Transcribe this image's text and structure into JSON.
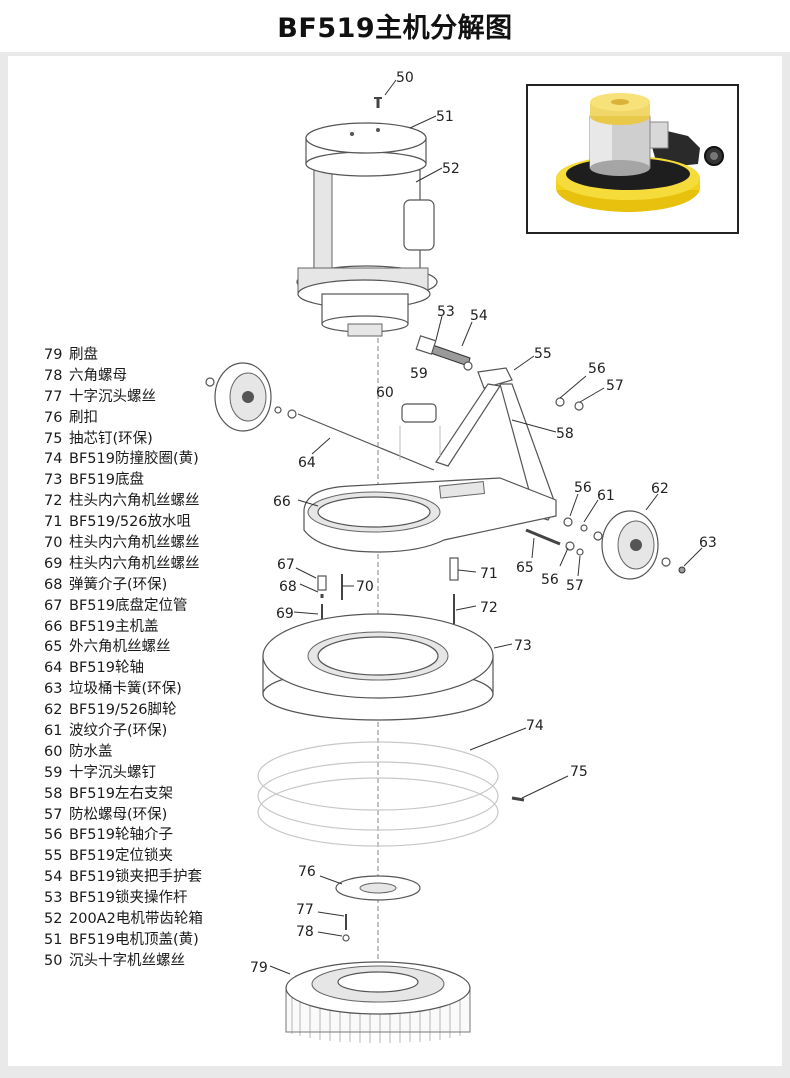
{
  "title": "BF519主机分解图",
  "parts": [
    {
      "num": "79",
      "name": "刷盘"
    },
    {
      "num": "78",
      "name": "六角螺母"
    },
    {
      "num": "77",
      "name": "十字沉头螺丝"
    },
    {
      "num": "76",
      "name": "刷扣"
    },
    {
      "num": "75",
      "name": "抽芯钉(环保)"
    },
    {
      "num": "74",
      "name": "BF519防撞胶圈(黄)"
    },
    {
      "num": "73",
      "name": "BF519底盘"
    },
    {
      "num": "72",
      "name": "柱头内六角机丝螺丝"
    },
    {
      "num": "71",
      "name": "BF519/526放水咀"
    },
    {
      "num": "70",
      "name": "柱头内六角机丝螺丝"
    },
    {
      "num": "69",
      "name": "柱头内六角机丝螺丝"
    },
    {
      "num": "68",
      "name": "弹簧介子(环保)"
    },
    {
      "num": "67",
      "name": "BF519底盘定位管"
    },
    {
      "num": "66",
      "name": "BF519主机盖"
    },
    {
      "num": "65",
      "name": "外六角机丝螺丝"
    },
    {
      "num": "64",
      "name": "BF519轮轴"
    },
    {
      "num": "63",
      "name": "垃圾桶卡簧(环保)"
    },
    {
      "num": "62",
      "name": "BF519/526脚轮"
    },
    {
      "num": "61",
      "name": "波纹介子(环保)"
    },
    {
      "num": "60",
      "name": "防水盖"
    },
    {
      "num": "59",
      "name": "十字沉头螺钉"
    },
    {
      "num": "58",
      "name": "BF519左右支架"
    },
    {
      "num": "57",
      "name": "防松螺母(环保)"
    },
    {
      "num": "56",
      "name": "BF519轮轴介子"
    },
    {
      "num": "55",
      "name": "BF519定位锁夹"
    },
    {
      "num": "54",
      "name": "BF519锁夹把手护套"
    },
    {
      "num": "53",
      "name": "BF519锁夹操作杆"
    },
    {
      "num": "52",
      "name": "200A2电机带齿轮箱"
    },
    {
      "num": "51",
      "name": "BF519电机顶盖(黄)"
    },
    {
      "num": "50",
      "name": "沉头十字机丝螺丝"
    }
  ],
  "callouts": {
    "c50": "50",
    "c51": "51",
    "c52": "52",
    "c53": "53",
    "c54": "54",
    "c55": "55",
    "c56a": "56",
    "c57a": "57",
    "c58": "58",
    "c59": "59",
    "c60": "60",
    "c56b": "56",
    "c61": "61",
    "c62": "62",
    "c63": "63",
    "c64": "64",
    "c65": "65",
    "c56c": "56",
    "c57b": "57",
    "c66": "66",
    "c67": "67",
    "c68": "68",
    "c70": "70",
    "c71": "71",
    "c69": "69",
    "c72": "72",
    "c73": "73",
    "c74": "74",
    "c75": "75",
    "c76": "76",
    "c77": "77",
    "c78": "78",
    "c79": "79"
  },
  "colors": {
    "background": "#e9e9e9",
    "panel": "#ffffff",
    "bumper_yellow": "#f2d21b",
    "motor_cap_yellow": "#f7e27a"
  }
}
